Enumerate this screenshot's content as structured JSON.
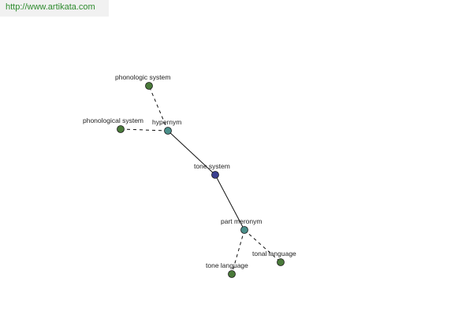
{
  "header": {
    "url": "http://www.artikata.com"
  },
  "colors": {
    "center": "#3a3f8f",
    "relation": "#4a8f8a",
    "leaf": "#4a7a3a",
    "edge": "#111111",
    "url_text": "#2e8b2e"
  },
  "graph": {
    "nodes": [
      {
        "id": "tone_system",
        "label": "tone system",
        "kind": "center"
      },
      {
        "id": "hypernym",
        "label": "hypernym",
        "kind": "relation"
      },
      {
        "id": "part_meronym",
        "label": "part meronym",
        "kind": "relation"
      },
      {
        "id": "phonologic_system",
        "label": "phonologic system",
        "kind": "leaf"
      },
      {
        "id": "phonological_system",
        "label": "phonological system",
        "kind": "leaf"
      },
      {
        "id": "tone_language",
        "label": "tone language",
        "kind": "leaf"
      },
      {
        "id": "tonal_language",
        "label": "tonal language",
        "kind": "leaf"
      }
    ],
    "edges": [
      {
        "from": "tone_system",
        "to": "hypernym",
        "style": "solid"
      },
      {
        "from": "tone_system",
        "to": "part_meronym",
        "style": "solid"
      },
      {
        "from": "hypernym",
        "to": "phonologic_system",
        "style": "dashed"
      },
      {
        "from": "hypernym",
        "to": "phonological_system",
        "style": "dashed"
      },
      {
        "from": "part_meronym",
        "to": "tone_language",
        "style": "dashed"
      },
      {
        "from": "part_meronym",
        "to": "tonal_language",
        "style": "dashed"
      }
    ]
  }
}
